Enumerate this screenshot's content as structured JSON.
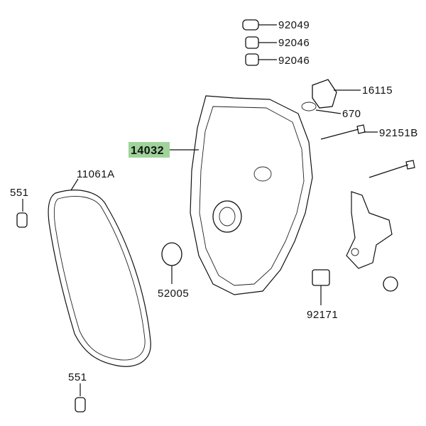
{
  "diagram": {
    "highlight_color": "#9fd39a",
    "parts": [
      {
        "id": "p1",
        "number": "92049"
      },
      {
        "id": "p2",
        "number": "92046"
      },
      {
        "id": "p3",
        "number": "92046"
      },
      {
        "id": "p4",
        "number": "16115"
      },
      {
        "id": "p5",
        "number": "670"
      },
      {
        "id": "p6",
        "number": "14032",
        "highlighted": true
      },
      {
        "id": "p7",
        "number": "92151B"
      },
      {
        "id": "p8",
        "number": "11061A"
      },
      {
        "id": "p9",
        "number": "551"
      },
      {
        "id": "p10",
        "number": "52005"
      },
      {
        "id": "p11",
        "number": "92171"
      },
      {
        "id": "p12",
        "number": "551"
      }
    ]
  }
}
